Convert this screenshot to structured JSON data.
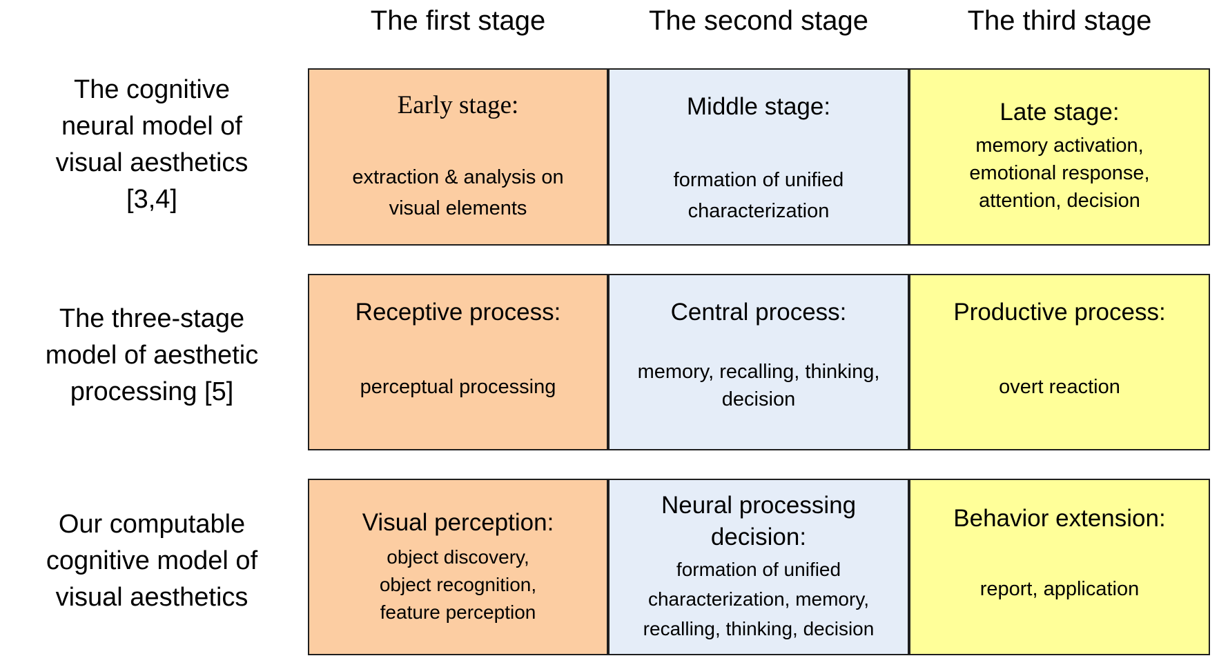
{
  "column_headers": [
    "The first stage",
    "The second stage",
    "The third stage"
  ],
  "rows": [
    {
      "label_text": "The cognitive neural model of visual aesthetics [3,4]",
      "label_lines": [
        "The cognitive",
        "neural model of",
        "visual aesthetics",
        "[3,4]"
      ],
      "cells": [
        {
          "title": "Early stage:",
          "lines": [
            "extraction & analysis on",
            "visual elements"
          ]
        },
        {
          "title": "Middle stage:",
          "lines": [
            "formation of unified",
            "characterization"
          ]
        },
        {
          "title": "Late stage:",
          "lines": [
            "memory activation,",
            "emotional response,",
            "attention, decision"
          ]
        }
      ]
    },
    {
      "label_text": "The three-stage model of aesthetic processing [5]",
      "label_lines": [
        "The three-stage",
        "model of aesthetic",
        "processing [5]"
      ],
      "cells": [
        {
          "title": "Receptive process:",
          "lines": [
            "perceptual processing"
          ]
        },
        {
          "title": "Central process:",
          "lines": [
            "memory, recalling, thinking,",
            "decision"
          ]
        },
        {
          "title": "Productive process:",
          "lines": [
            "overt reaction"
          ]
        }
      ]
    },
    {
      "label_text": "Our computable cognitive model of visual aesthetics",
      "label_lines": [
        "Our computable",
        "cognitive model of",
        "visual aesthetics"
      ],
      "cells": [
        {
          "title": "Visual perception:",
          "lines": [
            "object discovery,",
            "object recognition,",
            "feature perception"
          ]
        },
        {
          "title_lines": [
            "Neural processing",
            "decision:"
          ],
          "lines": [
            "formation of unified",
            "characterization, memory,",
            "recalling, thinking,  decision"
          ]
        },
        {
          "title": "Behavior extension:",
          "lines": [
            "report, application"
          ]
        }
      ]
    }
  ],
  "colors": {
    "stage_1_fill": "#FCCDA2",
    "stage_2_fill": "#E5EDF8",
    "stage_3_fill": "#FFFF99",
    "border": "#1E1E1E",
    "text": "#000000",
    "background": "#FFFFFF"
  }
}
